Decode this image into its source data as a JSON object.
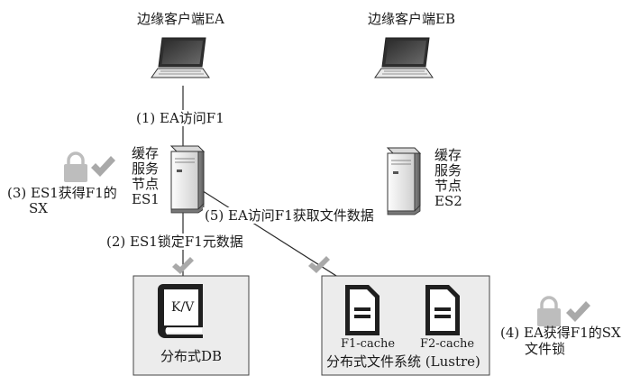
{
  "clients": {
    "ea_label": "边缘客户端EA",
    "eb_label": "边缘客户端EB"
  },
  "cache_nodes": {
    "es1_lines": [
      "缓存",
      "服务",
      "节点",
      "ES1"
    ],
    "es2_lines": [
      "缓存",
      "服务",
      "节点",
      "ES2"
    ]
  },
  "steps": {
    "s1": "(1) EA访问F1",
    "s2": "(2) ES1锁定F1元数据",
    "s3_line1": "(3) ES1获得F1的",
    "s3_line2": "SX",
    "s4_line1": "(4) EA获得F1的SX",
    "s4_line2": "文件锁",
    "s5": "(5) EA访问F1获取文件数据"
  },
  "db": {
    "book_label": "K/V",
    "title": "分布式DB"
  },
  "fs": {
    "file1": "F1-cache",
    "file2": "F2-cache",
    "title": "分布式文件系统 (Lustre)"
  },
  "icons": {
    "laptop": "laptop-icon",
    "server": "server-icon",
    "lock": "lock-icon",
    "check": "checkmark-icon",
    "book": "book-icon",
    "document": "document-icon"
  },
  "colors": {
    "line": "#2a2a2a",
    "box_fill": "#ececec",
    "lock_fill": "#bdbdbd",
    "check_fill": "#a9a9a9"
  }
}
